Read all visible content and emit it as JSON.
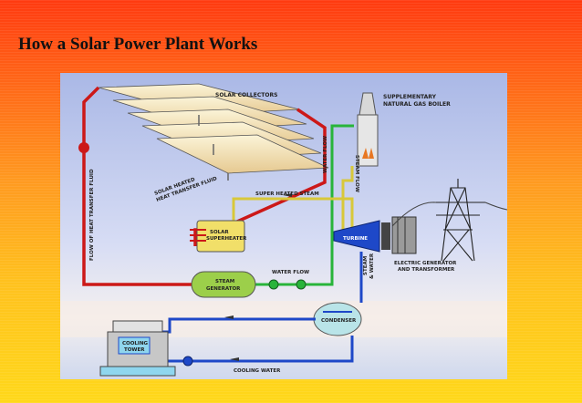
{
  "slide": {
    "title": "How a Solar Power Plant Works"
  },
  "diagram": {
    "labels": {
      "solar_collectors": "SOLAR COLLECTORS",
      "boiler_line1": "SUPPLEMENTARY",
      "boiler_line2": "NATURAL GAS BOILER",
      "heated_fluid_line1": "SOLAR HEATED",
      "heated_fluid_line2": "HEAT TRANSFER FLUID",
      "flow_heat_fluid": "FLOW OF HEAT TRANSFER FLUID",
      "water_flow_vertical": "WATER FLOW",
      "steam_flow": "STEAM FLOW",
      "super_heated_steam": "SUPER HEATED STEAM",
      "superheater_line1": "SOLAR",
      "superheater_line2": "SUPERHEATER",
      "generator_line1": "STEAM",
      "generator_line2": "GENERATOR",
      "water_flow_horizontal": "WATER FLOW",
      "turbine": "TURBINE",
      "electric_line1": "ELECTRIC GENERATOR",
      "electric_line2": "AND TRANSFORMER",
      "steam_water_line1": "STEAM",
      "steam_water_line2": "& WATER",
      "condenser": "CONDENSER",
      "cooling_line1": "COOLING",
      "cooling_line2": "TOWER",
      "cooling_water": "COOLING WATER"
    }
  }
}
